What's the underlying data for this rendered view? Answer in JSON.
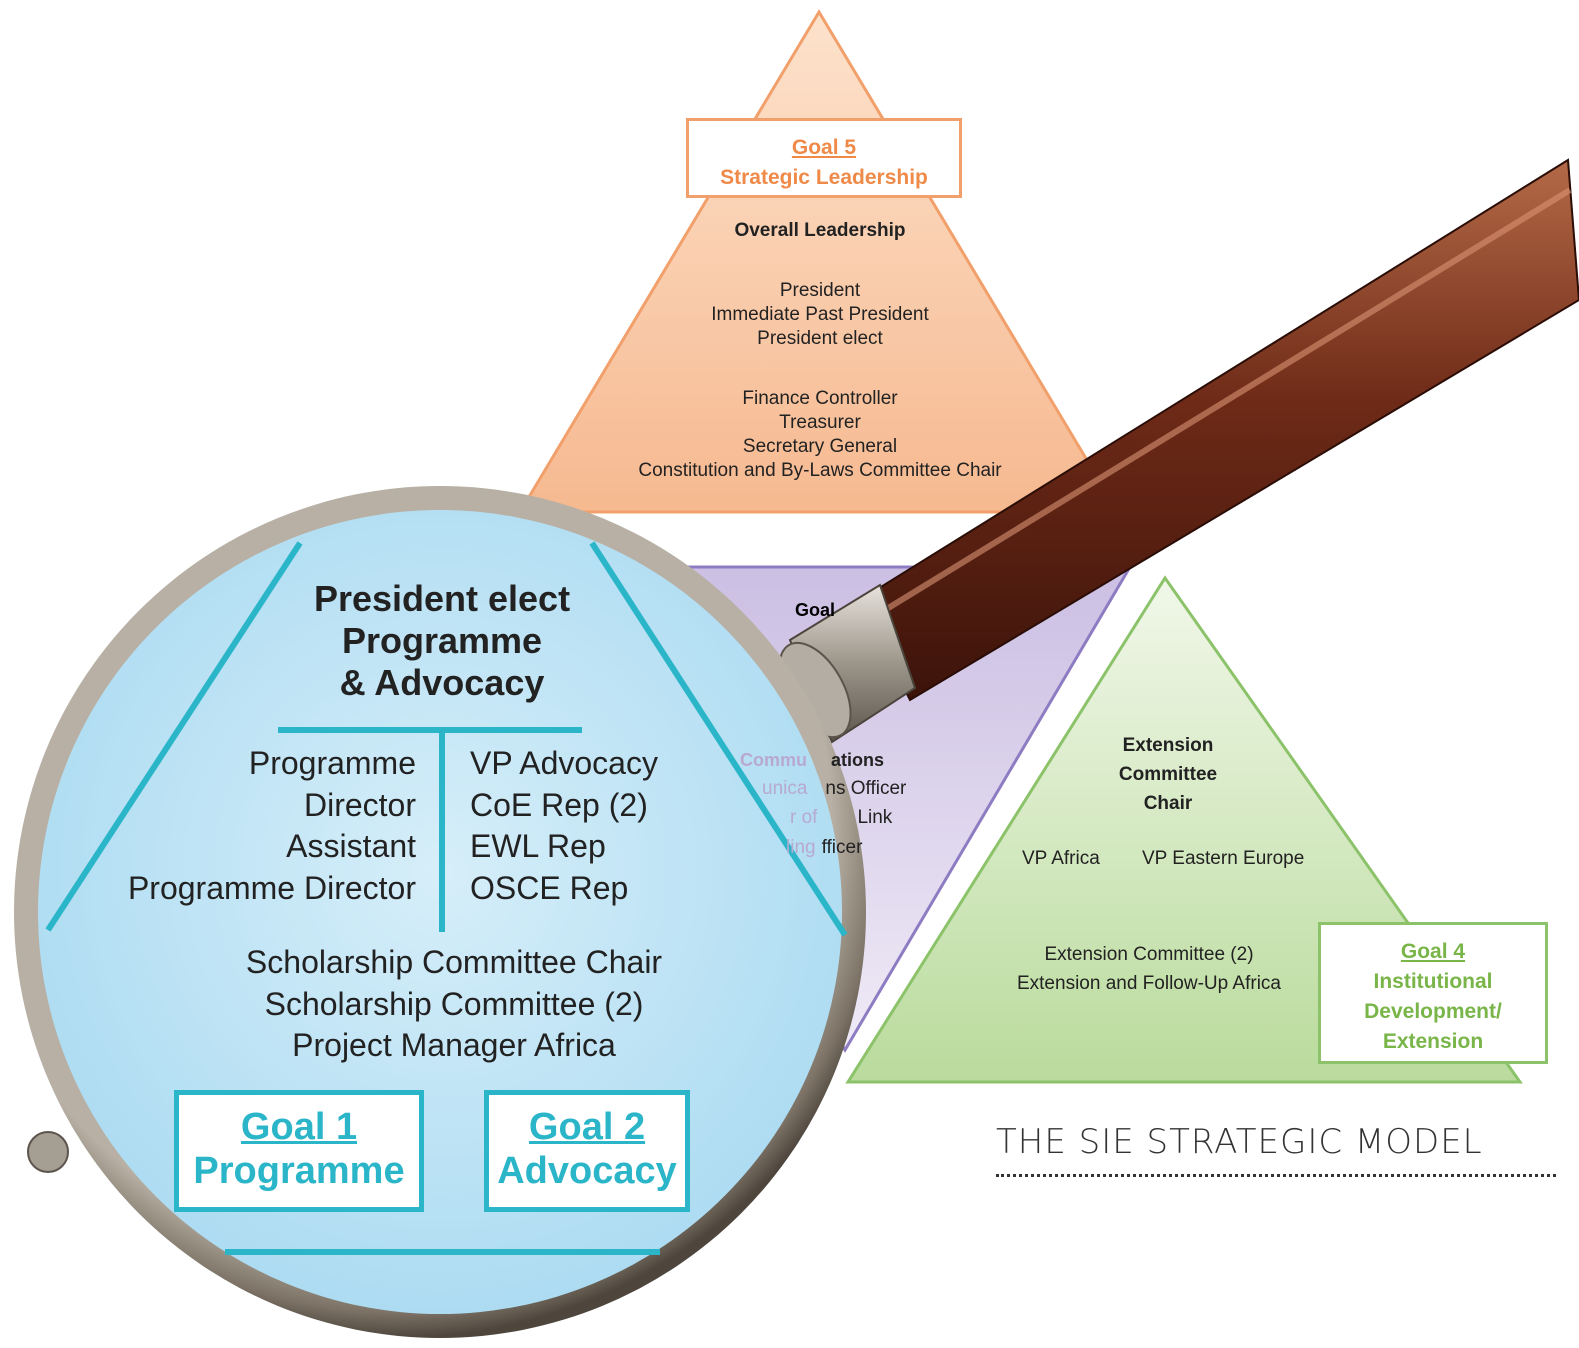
{
  "title": "THE SIE STRATEGIC MODEL",
  "colors": {
    "goal5": "#f2a06b",
    "goal5_text": "#ef8a48",
    "goal3": "#8e7cc3",
    "goal4": "#8cc36a",
    "goal4_text": "#79b548",
    "goal12": "#2bb5c8",
    "lens_fill": "#bde3f4"
  },
  "goal5": {
    "goal": "Goal 5",
    "name": "Strategic Leadership",
    "heading": "Overall Leadership",
    "roles_a": [
      "President",
      "Immediate Past President",
      "President elect"
    ],
    "roles_b": [
      "Finance Controller",
      "Treasurer",
      "Secretary General",
      "Constitution and By-Laws Committee Chair"
    ]
  },
  "goal3_partial": {
    "goal": "Goal",
    "heading_a": "Commu",
    "heading_b": "ations",
    "line1_a": "unica",
    "line1_b": "ns Officer",
    "line2_a": "r of",
    "line2_b": "Link",
    "line3_a": "ling",
    "line3_b": "fficer"
  },
  "goal4": {
    "goal": "Goal 4",
    "name_lines": [
      "Institutional",
      "Development/",
      "Extension"
    ],
    "heading_lines": [
      "Extension",
      "Committee",
      "Chair"
    ],
    "vp_africa": "VP Africa",
    "vp_eastern_europe": "VP Eastern Europe",
    "roles": [
      "Extension Committee (2)",
      "Extension and Follow-Up Africa"
    ]
  },
  "lens": {
    "heading_lines": [
      "President elect",
      "Programme",
      "& Advocacy"
    ],
    "left_roles": [
      "Programme",
      "Director",
      "Assistant",
      "Programme Director"
    ],
    "right_roles": [
      "VP Advocacy",
      "CoE Rep (2)",
      "EWL Rep",
      "OSCE Rep"
    ],
    "bottom_roles": [
      "Scholarship Committee Chair",
      "Scholarship Committee (2)",
      "Project Manager Africa"
    ],
    "goal1": {
      "goal": "Goal 1",
      "name": "Programme"
    },
    "goal2": {
      "goal": "Goal 2",
      "name": "Advocacy"
    }
  }
}
